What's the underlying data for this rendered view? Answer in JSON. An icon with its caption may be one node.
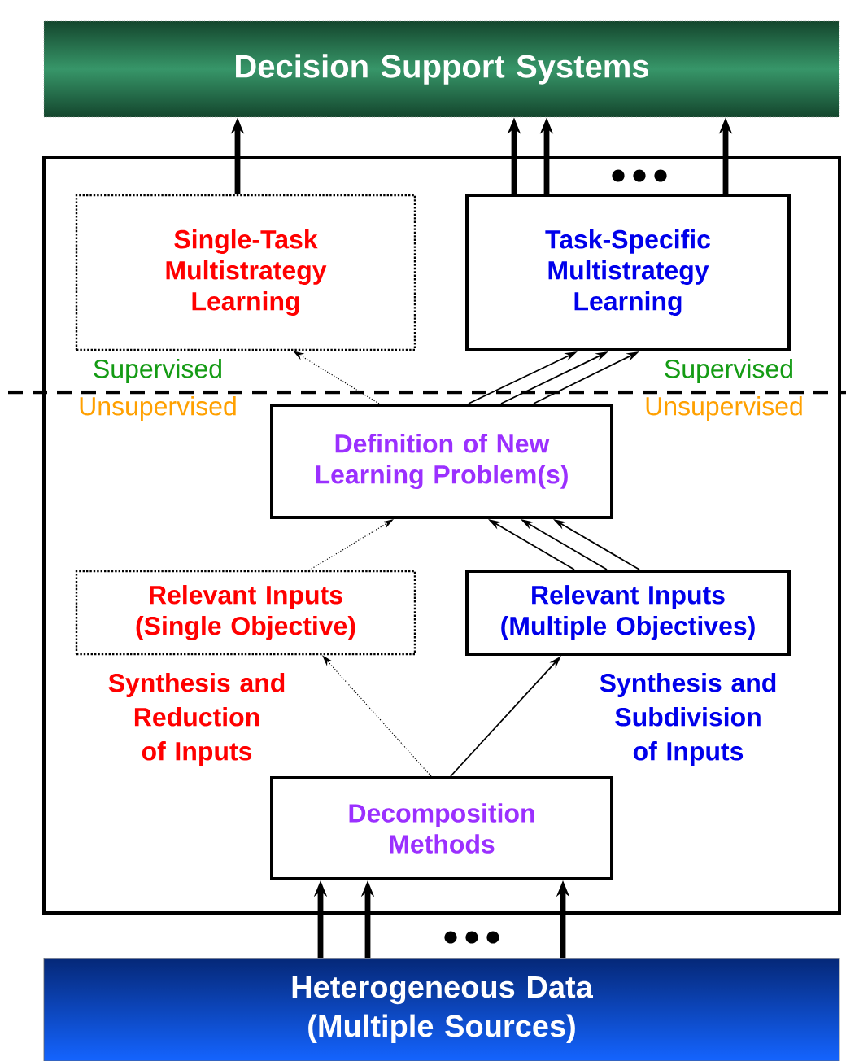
{
  "diagram": {
    "nodes": [
      {
        "text": [
          "Decision Support Systems"
        ]
      },
      {
        "text": [],
        "shape": "box"
      },
      {
        "text": [
          "Single-Task Multistrategy Learning"
        ],
        "in": 1
      },
      {
        "text": [
          "Task-Specific Multistrategy Learning"
        ],
        "in": 1
      },
      {
        "text": [
          "Definition of New Learning Problem(s)"
        ],
        "in": 1
      },
      {
        "text": [
          "Relevant Inputs (Single Objective)"
        ],
        "in": 1
      },
      {
        "text": [
          "Relevant Inputs (Multiple Objectives)"
        ],
        "in": 1
      },
      {
        "text": [
          "Decomposition Methods"
        ],
        "in": 1
      },
      {
        "text": [
          "Heterogeneous Data (Multiple Sources)"
        ]
      }
    ],
    "edges": [
      {
        "from": 2,
        "to": 0,
        "arrow": "to",
        "style": "thick"
      },
      {
        "from": 3,
        "to": 0,
        "arrow": "to",
        "style": "thick"
      },
      {
        "from": 3,
        "to": 0,
        "arrow": "to",
        "style": "thick"
      },
      {
        "from": 3,
        "to": 0,
        "arrow": "to",
        "style": "thick"
      },
      {
        "from": 4,
        "to": 2,
        "arrow": "to",
        "style": "dashed"
      },
      {
        "from": 4,
        "to": 3,
        "arrow": "to"
      },
      {
        "from": 4,
        "to": 3,
        "arrow": "to"
      },
      {
        "from": 4,
        "to": 3,
        "arrow": "to"
      },
      {
        "from": 5,
        "to": 4,
        "arrow": "to",
        "style": "dashed"
      },
      {
        "from": 6,
        "to": 4,
        "arrow": "to"
      },
      {
        "from": 6,
        "to": 4,
        "arrow": "to"
      },
      {
        "from": 6,
        "to": 4,
        "arrow": "to"
      },
      {
        "from": 7,
        "to": 5,
        "arrow": "to",
        "style": "dashed"
      },
      {
        "from": 7,
        "to": 6,
        "arrow": "to"
      },
      {
        "from": 8,
        "to": 7,
        "arrow": "to",
        "style": "thick"
      },
      {
        "from": 8,
        "to": 7,
        "arrow": "to",
        "style": "thick"
      },
      {
        "from": 8,
        "to": 7,
        "arrow": "to",
        "style": "thick"
      }
    ],
    "labels": [
      "Supervised",
      "Supervised",
      "Unsupervised",
      "Unsupervised",
      "Synthesis and Reduction of Inputs",
      "Synthesis and Subdivision of Inputs"
    ]
  }
}
